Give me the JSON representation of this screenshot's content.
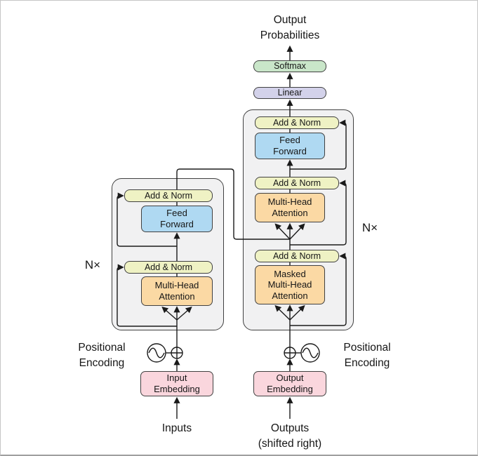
{
  "colors": {
    "add_norm": "#EFF2C4",
    "feed_forward": "#AFD9F2",
    "attention": "#FBD9A4",
    "softmax": "#C9E6C9",
    "linear": "#D3D2EA",
    "embedding": "#FAD6DD",
    "block_bg": "#F1F1F2"
  },
  "top": {
    "output_probabilities": {
      "line1": "Output",
      "line2": "Probabilities"
    },
    "softmax": "Softmax",
    "linear": "Linear"
  },
  "encoder": {
    "n_label": "N×",
    "add_norm_upper": "Add & Norm",
    "feed_forward": {
      "line1": "Feed",
      "line2": "Forward"
    },
    "add_norm_lower": "Add & Norm",
    "attention": {
      "line1": "Multi-Head",
      "line2": "Attention"
    }
  },
  "decoder": {
    "n_label": "N×",
    "add_norm_upper": "Add & Norm",
    "feed_forward": {
      "line1": "Feed",
      "line2": "Forward"
    },
    "add_norm_middle": "Add & Norm",
    "attention": {
      "line1": "Multi-Head",
      "line2": "Attention"
    },
    "add_norm_lower": "Add & Norm",
    "masked_attention": {
      "line1": "Masked",
      "line2": "Multi-Head",
      "line3": "Attention"
    }
  },
  "bottom": {
    "pos_enc_left": {
      "line1": "Positional",
      "line2": "Encoding"
    },
    "pos_enc_right": {
      "line1": "Positional",
      "line2": "Encoding"
    },
    "input_embedding": {
      "line1": "Input",
      "line2": "Embedding"
    },
    "output_embedding": {
      "line1": "Output",
      "line2": "Embedding"
    },
    "inputs": "Inputs",
    "outputs": {
      "line1": "Outputs",
      "line2": "(shifted right)"
    }
  }
}
